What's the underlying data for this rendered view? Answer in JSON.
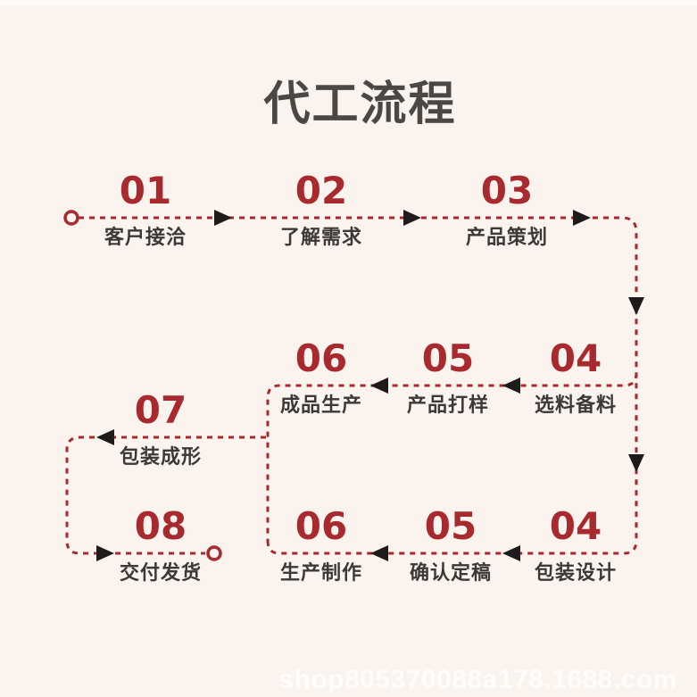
{
  "title": "代工流程",
  "watermark": "shop805370088a178.1688.com",
  "colors": {
    "accent_red": "#a8292e",
    "arrow_black": "#1f1b1a",
    "background": "#faf3ee",
    "title_color": "#4b4745",
    "label_color": "#3c3938"
  },
  "flow": {
    "steps": [
      {
        "num": "01",
        "label": "客户接洽"
      },
      {
        "num": "02",
        "label": "了解需求"
      },
      {
        "num": "03",
        "label": "产品策划"
      },
      {
        "num": "04",
        "label": "选料备料"
      },
      {
        "num": "05",
        "label": "产品打样"
      },
      {
        "num": "06",
        "label": "成品生产"
      },
      {
        "num": "07",
        "label": "包装成形"
      },
      {
        "num": "04",
        "label": "包装设计"
      },
      {
        "num": "05",
        "label": "确认定稿"
      },
      {
        "num": "06",
        "label": "生产制作"
      },
      {
        "num": "08",
        "label": "交付发货"
      }
    ]
  }
}
